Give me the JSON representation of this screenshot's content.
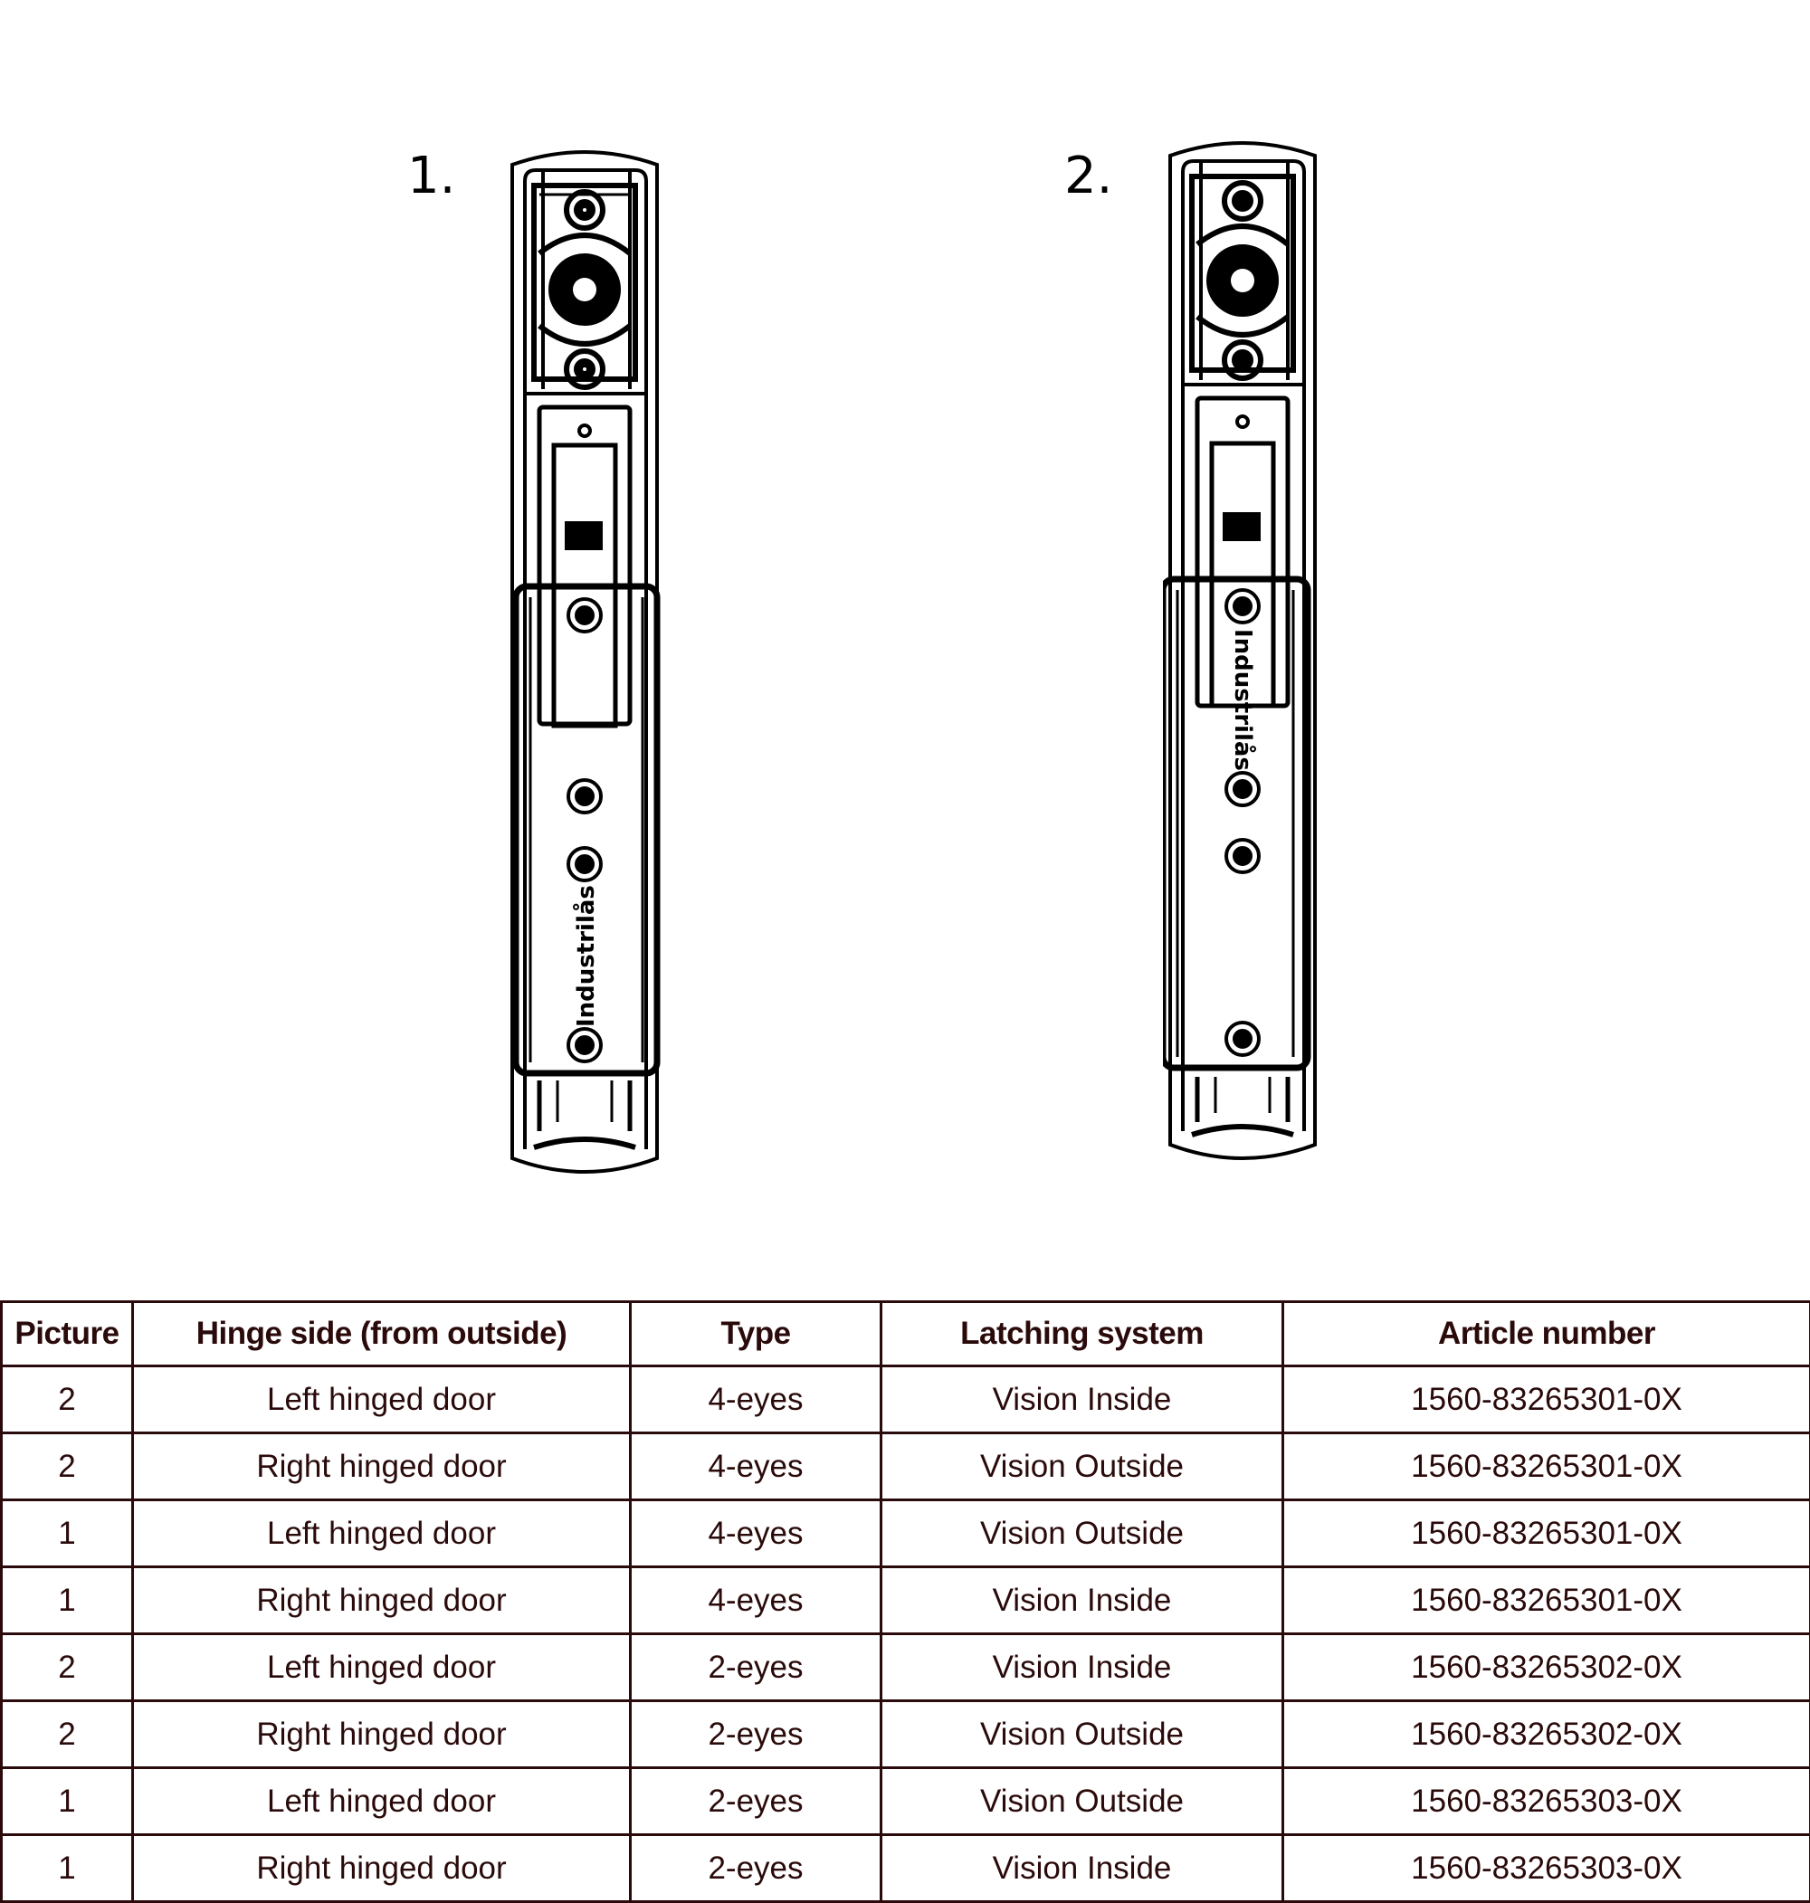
{
  "figures": [
    {
      "label": "1.",
      "logo_text": "Industrilås",
      "variant": "logo-low"
    },
    {
      "label": "2.",
      "logo_text": "Industrilås",
      "variant": "logo-high"
    }
  ],
  "table": {
    "headers": [
      "Picture",
      "Hinge side (from outside)",
      "Type",
      "Latching system",
      "Article number"
    ],
    "rows": [
      [
        "2",
        "Left hinged door",
        "4-eyes",
        "Vision Inside",
        "1560-83265301-0X"
      ],
      [
        "2",
        "Right hinged door",
        "4-eyes",
        "Vision Outside",
        "1560-83265301-0X"
      ],
      [
        "1",
        "Left hinged door",
        "4-eyes",
        "Vision Outside",
        "1560-83265301-0X"
      ],
      [
        "1",
        "Right hinged door",
        "4-eyes",
        "Vision Inside",
        "1560-83265301-0X"
      ],
      [
        "2",
        "Left hinged door",
        "2-eyes",
        "Vision Inside",
        "1560-83265302-0X"
      ],
      [
        "2",
        "Right hinged door",
        "2-eyes",
        "Vision Outside",
        "1560-83265302-0X"
      ],
      [
        "1",
        "Left hinged door",
        "2-eyes",
        "Vision Outside",
        "1560-83265303-0X"
      ],
      [
        "1",
        "Right hinged door",
        "2-eyes",
        "Vision Inside",
        "1560-83265303-0X"
      ]
    ]
  },
  "colors": {
    "text": "#2a0a0a",
    "border": "#2a0a0a",
    "line_art": "#000000",
    "background": "#ffffff"
  }
}
